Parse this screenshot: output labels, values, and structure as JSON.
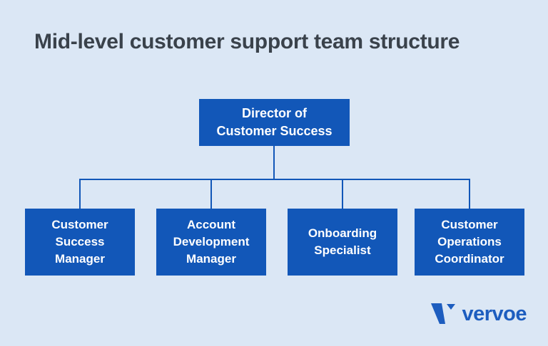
{
  "page": {
    "title": "Mid-level customer support team structure",
    "background_color": "#dbe7f5",
    "title_color": "#3a424b"
  },
  "org_chart": {
    "box_color": "#1257b8",
    "box_text_color": "#ffffff",
    "connector_color": "#1257b8",
    "root": {
      "label": "Director of\nCustomer Success"
    },
    "children": [
      {
        "label": "Customer\nSuccess\nManager"
      },
      {
        "label": "Account\nDevelopment\nManager"
      },
      {
        "label": "Onboarding\nSpecialist"
      },
      {
        "label": "Customer\nOperations\nCoordinator"
      }
    ]
  },
  "branding": {
    "logo_text": "vervoe",
    "logo_color": "#1d5dbf",
    "logo_mark": "vervoe-v-mark"
  }
}
